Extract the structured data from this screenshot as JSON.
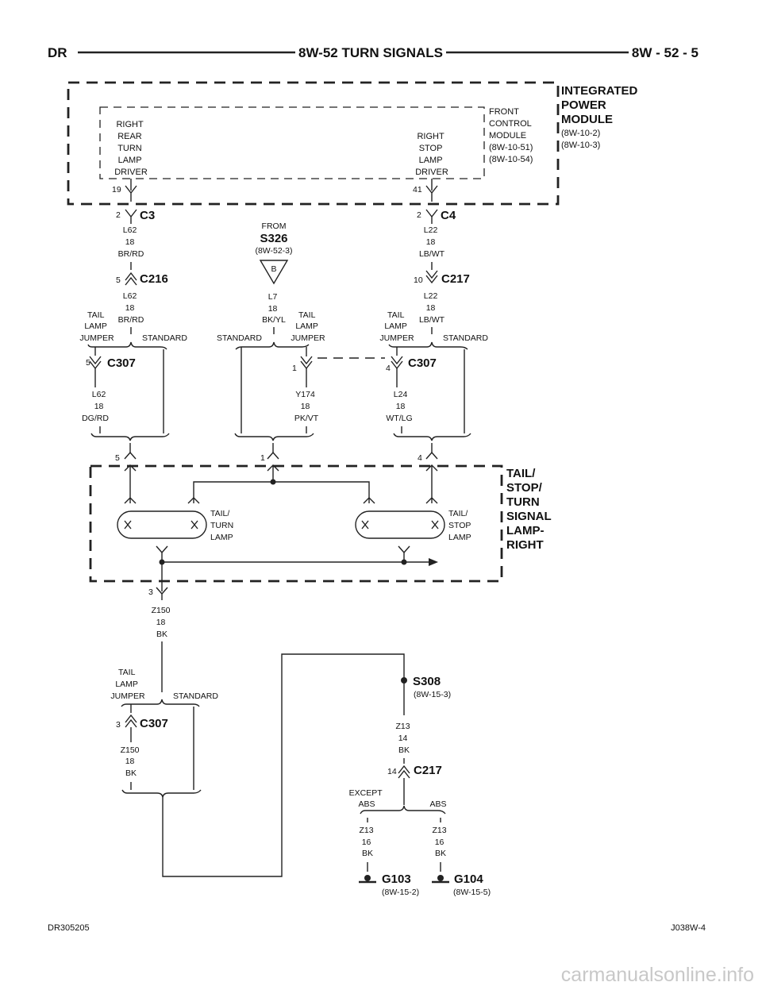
{
  "header": {
    "left": "DR",
    "title": "8W-52 TURN SIGNALS",
    "page": "8W - 52 - 5"
  },
  "footer": {
    "left": "DR305205",
    "right": "J038W-4"
  },
  "watermark": "carmanualsonline.info",
  "ipm": {
    "title_lines": [
      "INTEGRATED",
      "POWER",
      "MODULE"
    ],
    "refs": [
      "(8W-10-2)",
      "(8W-10-3)"
    ]
  },
  "fcm": {
    "lines": [
      "FRONT",
      "CONTROL",
      "MODULE",
      "(8W-10-51)",
      "(8W-10-54)"
    ]
  },
  "driver_left": [
    "RIGHT",
    "REAR",
    "TURN",
    "LAMP",
    "DRIVER"
  ],
  "driver_right": [
    "RIGHT",
    "STOP",
    "LAMP",
    "DRIVER"
  ],
  "pins": {
    "p19": "19",
    "p41": "41",
    "p2a": "2",
    "p2b": "2",
    "p5a": "5",
    "p10": "10",
    "p5b": "5",
    "p1a": "1",
    "p4a": "4",
    "p5c": "5",
    "p1b": "1",
    "p4b": "4",
    "p3a": "3",
    "p3b": "3",
    "p14": "14"
  },
  "connectors": {
    "c3": "C3",
    "c4": "C4",
    "c216": "C216",
    "c217a": "C217",
    "c307a": "C307",
    "c307b": "C307",
    "c307c": "C307",
    "c217b": "C217"
  },
  "wires": {
    "l62a": [
      "L62",
      "18",
      "BR/RD"
    ],
    "l62b": [
      "L62",
      "18",
      "BR/RD"
    ],
    "l22a": [
      "L22",
      "18",
      "LB/WT"
    ],
    "l22b": [
      "L22",
      "18",
      "LB/WT"
    ],
    "l7": [
      "L7",
      "18",
      "BK/YL"
    ],
    "l62c": [
      "L62",
      "18",
      "DG/RD"
    ],
    "y174": [
      "Y174",
      "18",
      "PK/VT"
    ],
    "l24": [
      "L24",
      "18",
      "WT/LG"
    ],
    "z150a": [
      "Z150",
      "18",
      "BK"
    ],
    "z150b": [
      "Z150",
      "18",
      "BK"
    ],
    "z13a": [
      "Z13",
      "14",
      "BK"
    ],
    "z13b": [
      "Z13",
      "16",
      "BK"
    ],
    "z13c": [
      "Z13",
      "16",
      "BK"
    ]
  },
  "from_s326": {
    "from": "FROM",
    "splice": "S326",
    "ref": "(8W-52-3)",
    "letter": "B"
  },
  "options": {
    "tail_jumper": [
      "TAIL",
      "LAMP",
      "JUMPER"
    ],
    "standard": "STANDARD",
    "except_abs": [
      "EXCEPT",
      "ABS"
    ],
    "abs": "ABS"
  },
  "lamp_assembly": {
    "title_lines": [
      "TAIL/",
      "STOP/",
      "TURN",
      "SIGNAL",
      "LAMP-",
      "RIGHT"
    ]
  },
  "lamps": {
    "turn": [
      "TAIL/",
      "TURN",
      "LAMP"
    ],
    "stop": [
      "TAIL/",
      "STOP",
      "LAMP"
    ]
  },
  "splice_s308": {
    "name": "S308",
    "ref": "(8W-15-3)"
  },
  "grounds": {
    "g103": "G103",
    "g103_ref": "(8W-15-2)",
    "g104": "G104",
    "g104_ref": "(8W-15-5)"
  }
}
